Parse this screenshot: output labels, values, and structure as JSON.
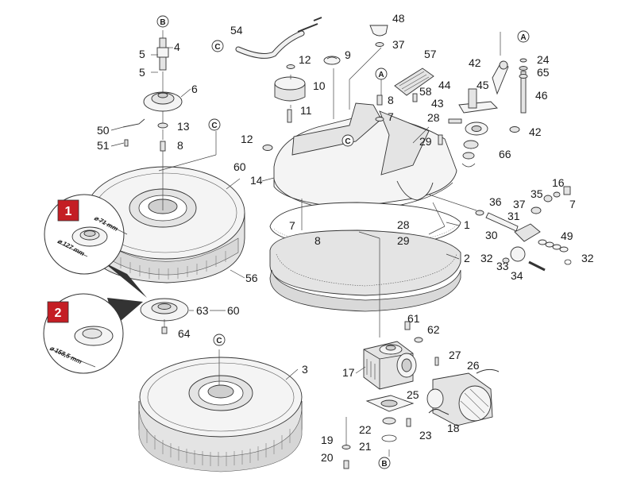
{
  "colors": {
    "accent": "#c41e24",
    "line": "#333333",
    "fill": "#f4f4f4"
  },
  "refs": {
    "A": "A",
    "B": "B",
    "C": "C"
  },
  "badges": {
    "one": "1",
    "two": "2"
  },
  "dims": {
    "d71": "⌀ 71 mm",
    "d127": "⌀ 127 mm",
    "d158": "⌀ 158,5 mm"
  },
  "labels": {
    "n1": "1",
    "n2": "2",
    "n3": "3",
    "n4": "4",
    "n5a": "5",
    "n5b": "5",
    "n6": "6",
    "n7a": "7",
    "n7b": "7",
    "n7c": "7",
    "n8a": "8",
    "n8b": "8",
    "n8c": "8",
    "n9": "9",
    "n10": "10",
    "n11": "11",
    "n12a": "12",
    "n12b": "12",
    "n13": "13",
    "n14": "14",
    "n16": "16",
    "n17": "17",
    "n18": "18",
    "n19": "19",
    "n20": "20",
    "n21": "21",
    "n22": "22",
    "n23": "23",
    "n24": "24",
    "n25": "25",
    "n26": "26",
    "n27": "27",
    "n28a": "28",
    "n28b": "28",
    "n29a": "29",
    "n29b": "29",
    "n30": "30",
    "n31": "31",
    "n32a": "32",
    "n32b": "32",
    "n33": "33",
    "n34": "34",
    "n35": "35",
    "n36": "36",
    "n37a": "37",
    "n37b": "37",
    "n42a": "42",
    "n42b": "42",
    "n43": "43",
    "n44": "44",
    "n45": "45",
    "n46": "46",
    "n48": "48",
    "n49": "49",
    "n50": "50",
    "n51": "51",
    "n54": "54",
    "n56": "56",
    "n57": "57",
    "n58": "58",
    "n60a": "60",
    "n60b": "60",
    "n61": "61",
    "n62": "62",
    "n63": "63",
    "n64": "64",
    "n65": "65",
    "n66": "66"
  }
}
